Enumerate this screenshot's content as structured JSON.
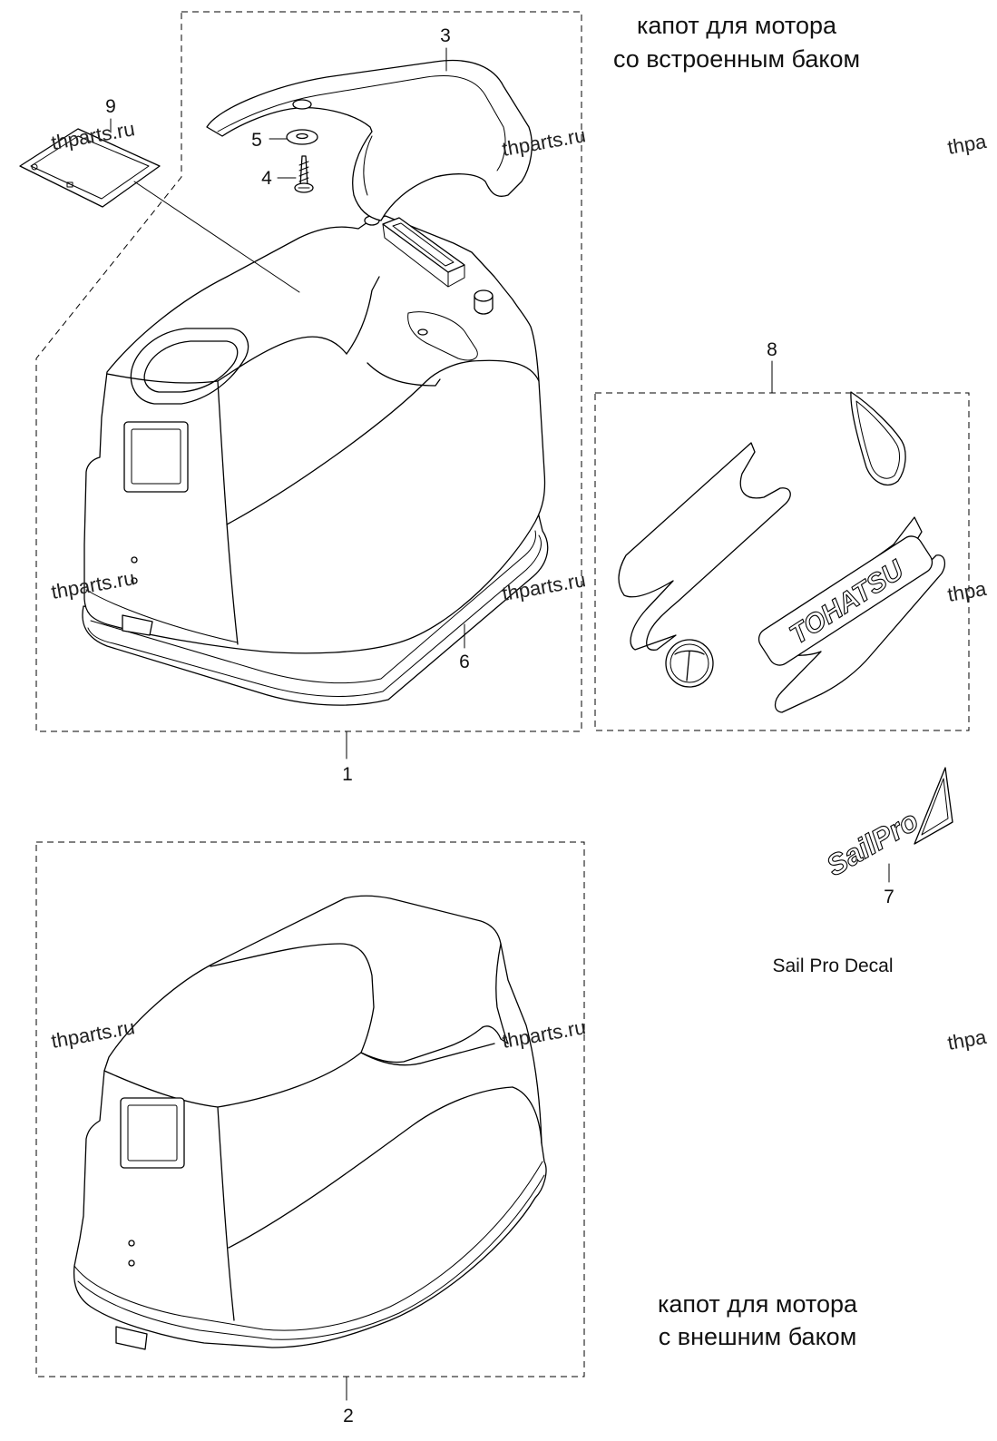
{
  "captions": {
    "integrated_tank": {
      "line1": "капот для мотора",
      "line2": "со встроенным баком"
    },
    "external_tank": {
      "line1": "капот для мотора",
      "line2": "с внешним баком"
    }
  },
  "decal_label": "Sail Pro Decal",
  "callouts": {
    "part1": "1",
    "part2": "2",
    "part3": "3",
    "part4": "4",
    "part5": "5",
    "part6": "6",
    "part7": "7",
    "part8": "8",
    "part9": "9"
  },
  "watermark": {
    "full": "thparts.ru",
    "clipped": "thpa"
  },
  "logos": {
    "tohatsu": "TOHATSU",
    "sail_pro": "SailPro"
  },
  "colors": {
    "line": "#000000",
    "watermark": "#222222",
    "background": "#ffffff"
  }
}
